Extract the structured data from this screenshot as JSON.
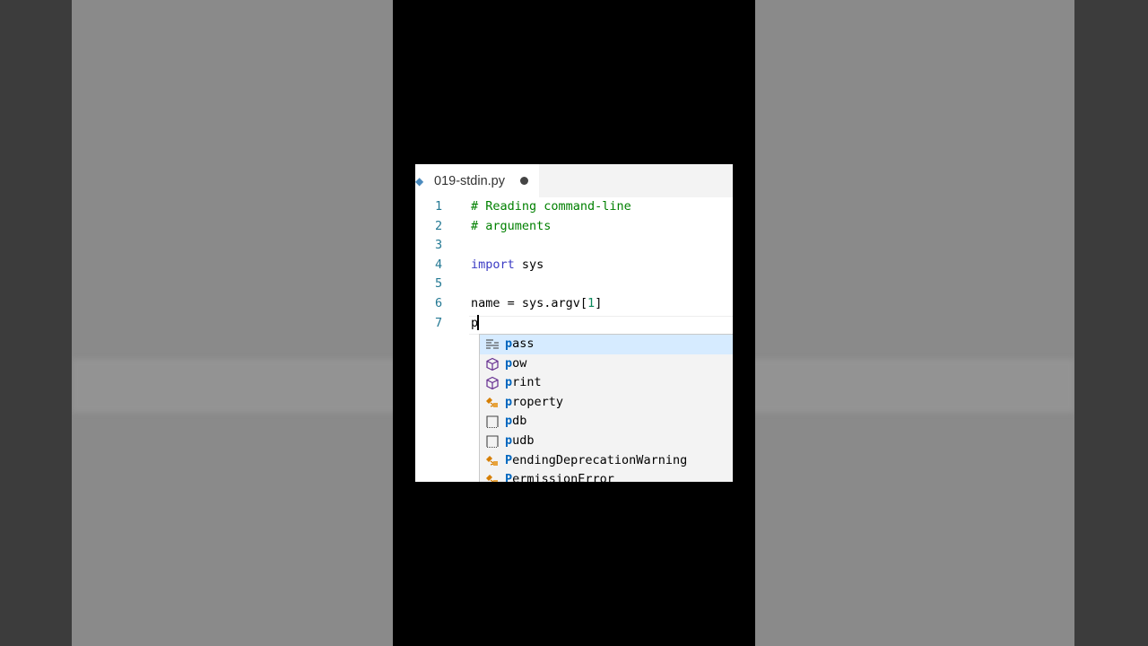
{
  "tab": {
    "filename": "019-stdin.py",
    "icon": "python-icon",
    "modified": true
  },
  "lines": [
    {
      "num": "1",
      "text": "# Reading command-line",
      "kind": "comment"
    },
    {
      "num": "2",
      "text": "# arguments",
      "kind": "comment"
    },
    {
      "num": "3",
      "text": "",
      "kind": "blank"
    },
    {
      "num": "4",
      "kw": "import",
      "rest": " sys",
      "kind": "import"
    },
    {
      "num": "5",
      "text": "",
      "kind": "blank"
    },
    {
      "num": "6",
      "pre": "name = sys.argv[",
      "n": "1",
      "post": "]",
      "kind": "assign"
    },
    {
      "num": "7",
      "text": "p",
      "kind": "typing"
    }
  ],
  "suggestions": [
    {
      "match": "p",
      "rest": "ass",
      "icon": "keyword-icon",
      "selected": true
    },
    {
      "match": "p",
      "rest": "ow",
      "icon": "function-cube-icon"
    },
    {
      "match": "p",
      "rest": "rint",
      "icon": "function-cube-icon"
    },
    {
      "match": "p",
      "rest": "roperty",
      "icon": "class-icon"
    },
    {
      "match": "p",
      "rest": "db",
      "icon": "module-icon"
    },
    {
      "match": "p",
      "rest": "udb",
      "icon": "module-icon"
    },
    {
      "match": "P",
      "rest": "endingDeprecationWarning",
      "icon": "class-icon"
    },
    {
      "match": "P",
      "rest": "ermissionError",
      "icon": "class-icon"
    }
  ],
  "colors": {
    "comment": "#008000",
    "keyword": "#3b3bc4",
    "line_number": "#237893",
    "match": "#0066bf",
    "selected_bg": "#d6ebff"
  }
}
